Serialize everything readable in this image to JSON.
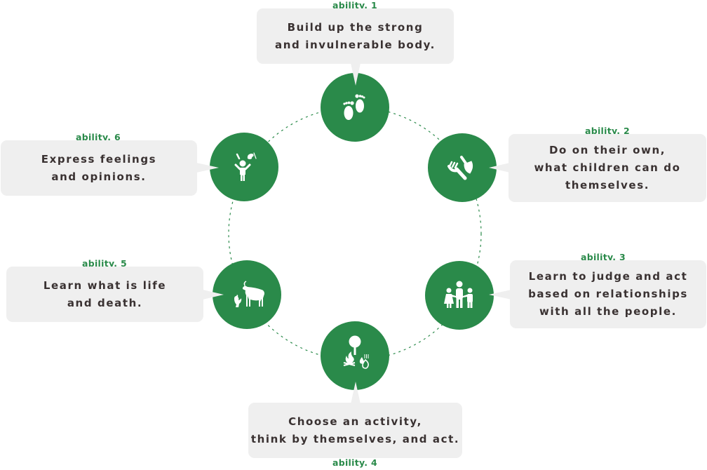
{
  "colors": {
    "accent": "#2a8a4a",
    "box_bg": "#efefef",
    "text": "#3a3232"
  },
  "abilities": [
    {
      "label": "ability. 1",
      "text": "Build up the strong\nand invulnerable body.",
      "icon": "footprints-icon"
    },
    {
      "label": "ability. 2",
      "text": "Do on their own,\nwhat children can do\nthemselves.",
      "icon": "garden-tools-icon"
    },
    {
      "label": "ability. 3",
      "text": "Learn to judge and act\nbased on relationships\nwith all the people.",
      "icon": "family-icon"
    },
    {
      "label": "ability. 4",
      "text": "Choose an activity,\nthink by themselves, and act.",
      "icon": "nature-elements-icon"
    },
    {
      "label": "ability. 5",
      "text": "Learn what is life\nand death.",
      "icon": "farm-animals-icon"
    },
    {
      "label": "ability. 6",
      "text": "Express feelings\nand opinions.",
      "icon": "child-expressing-icon"
    }
  ]
}
